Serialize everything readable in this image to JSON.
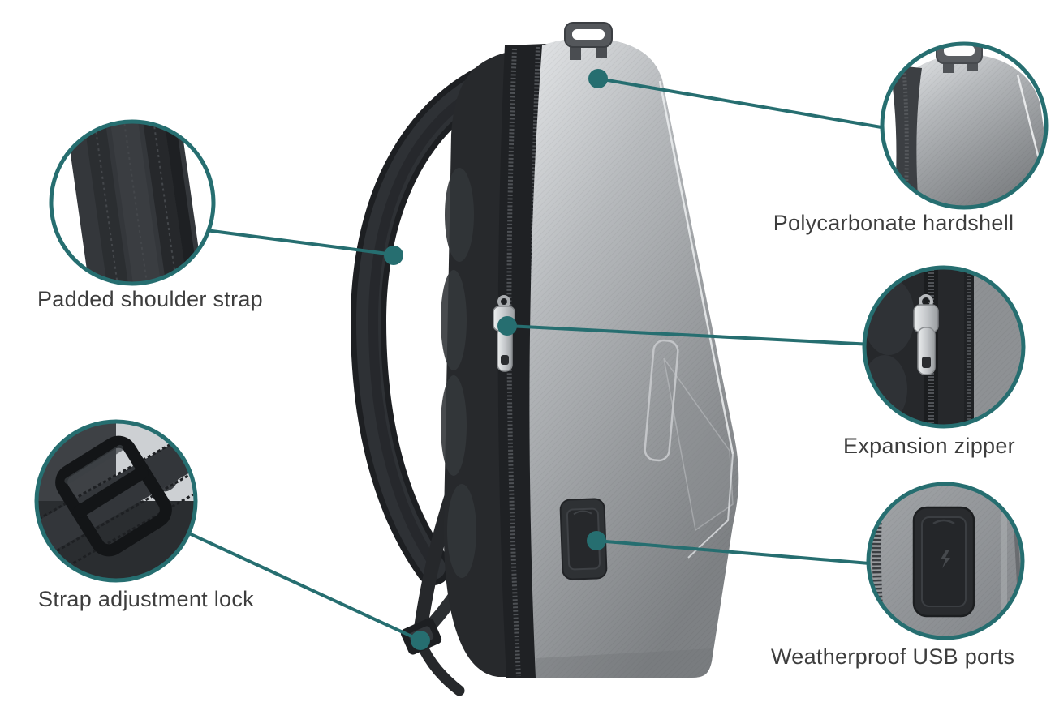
{
  "diagram": {
    "subject": "Hardshell backpack side view with feature callouts"
  },
  "callouts": [
    {
      "id": "padded-shoulder-strap",
      "label": "Padded shoulder strap"
    },
    {
      "id": "strap-adjustment-lock",
      "label": "Strap adjustment lock"
    },
    {
      "id": "polycarbonate-hardshell",
      "label": "Polycarbonate hardshell"
    },
    {
      "id": "expansion-zipper",
      "label": "Expansion zipper"
    },
    {
      "id": "weatherproof-usb-ports",
      "label": "Weatherproof USB ports"
    }
  ],
  "colors": {
    "accent": "#266e70",
    "label_text": "#3d3d3d",
    "background": "#ffffff"
  }
}
